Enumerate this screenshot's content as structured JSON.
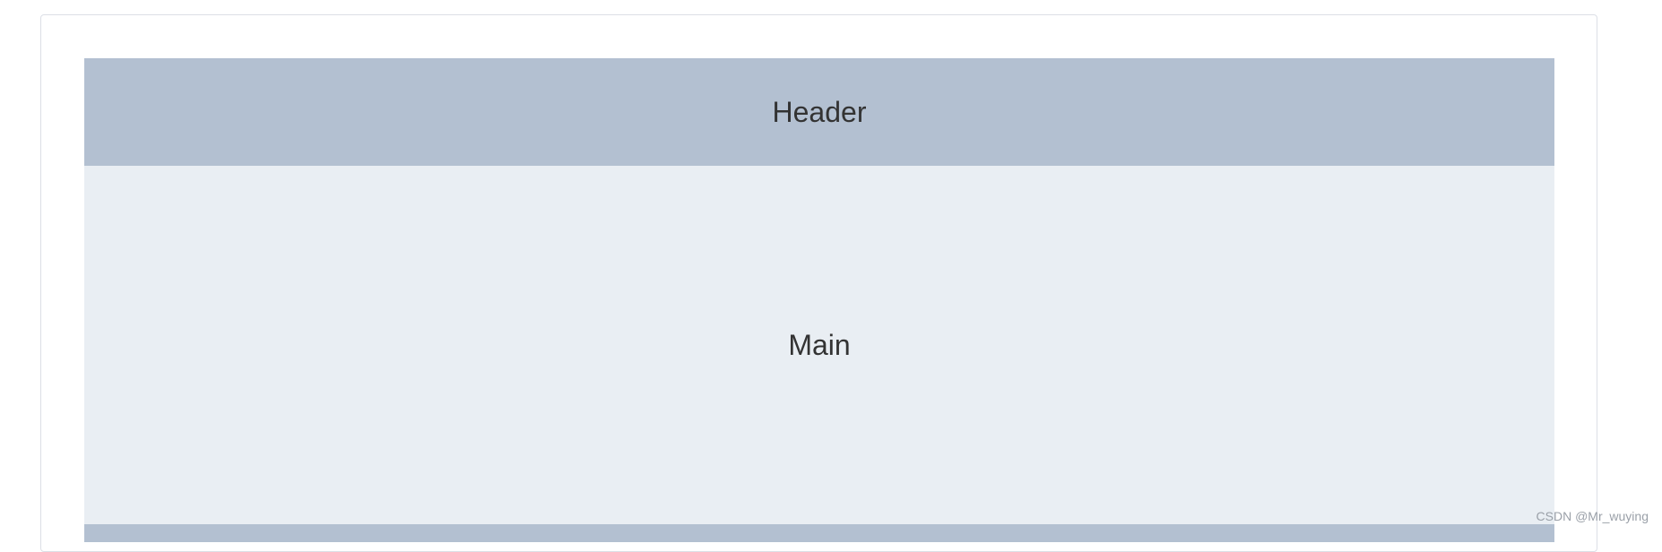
{
  "layout": {
    "header": {
      "label": "Header"
    },
    "main": {
      "label": "Main"
    }
  },
  "colors": {
    "header_bg": "#b3c0d1",
    "main_bg": "#e9eef3",
    "footer_bg": "#b3c0d1"
  },
  "watermark": {
    "text": "CSDN @Mr_wuying"
  }
}
